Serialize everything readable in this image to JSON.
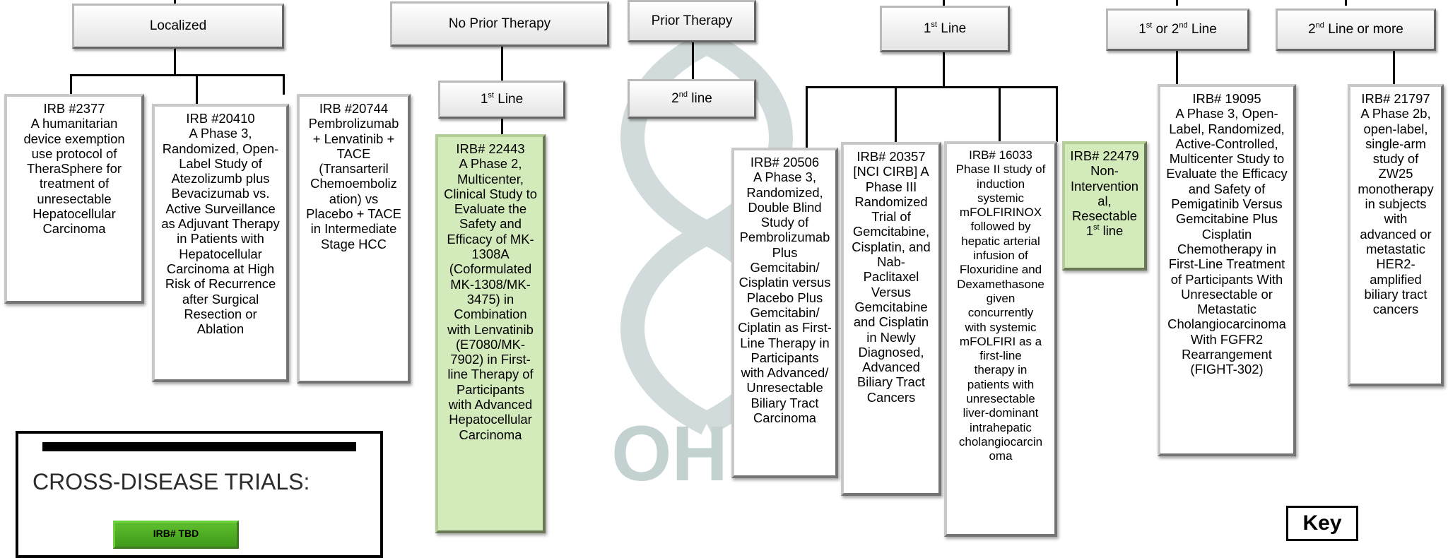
{
  "headers": {
    "localized": "Localized",
    "no_prior_therapy": "No Prior Therapy",
    "prior_therapy": "Prior Therapy",
    "first_line_base": "Line",
    "first_line_sup": "st",
    "first_line_num": "1",
    "first_second_pre": "1",
    "first_second_sup1": "st",
    "first_second_mid": " or 2",
    "first_second_sup2": "nd",
    "first_second_post": " Line",
    "second_more_pre": "2",
    "second_more_sup": "nd",
    "second_more_post": " Line or more",
    "npt_first_num": "1",
    "npt_first_sup": "st",
    "npt_first_post": " Line",
    "pt_second_num": "2",
    "pt_second_sup": "nd",
    "pt_second_post": " line"
  },
  "trials": {
    "irb2377": "IRB #2377\nA humanitarian\ndevice exemption\nuse protocol of\nTheraSphere for\ntreatment of\nunresectable\nHepatocellular\nCarcinoma",
    "irb20410": "IRB #20410\nA Phase 3,\nRandomized, Open-\nLabel Study of\nAtezolizumb plus\nBevacizumab vs.\nActive Surveillance\nas Adjuvant Therapy\nin Patients with\nHepatocellular\nCarcinoma at High\nRisk of Recurrence\nafter Surgical\nResection or\nAblation",
    "irb20744": "IRB #20744\nPembrolizumab\n+ Lenvatinib +\nTACE\n(Transarteril\nChemoemboliz\nation) vs\nPlacebo + TACE\nin Intermediate\nStage HCC",
    "irb22443": "IRB# 22443\nA Phase 2,\nMulticenter,\nClinical Study to\nEvaluate the\nSafety and\nEfficacy of MK-\n1308A\n(Coformulated\nMK-1308/MK-\n3475) in\nCombination\nwith Lenvatinib\n(E7080/MK-\n7902) in First-\nline Therapy of\nParticipants\nwith Advanced\nHepatocellular\nCarcinoma",
    "irb20506": "IRB# 20506\nA Phase 3,\nRandomized,\nDouble Blind\nStudy of\nPembrolizumab\nPlus\nGemcitabin/\nCisplatin versus\nPlacebo Plus\nGemcitabin/\nCiplatin as First-\nLine Therapy in\nParticipants\nwith Advanced/\nUnresectable\nBiliary Tract\nCarcinoma",
    "irb20357": "IRB# 20357\n[NCI CIRB] A\nPhase III\nRandomized\nTrial of\nGemcitabine,\nCisplatin, and\nNab-\nPaclitaxel\nVersus\nGemcitabine\nand Cisplatin\nin Newly\nDiagnosed,\nAdvanced\nBiliary Tract\nCancers",
    "irb16033": "IRB# 16033\nPhase II study of\ninduction\nsystemic\nmFOLFIRINOX\nfollowed by\nhepatic arterial\ninfusion of\nFloxuridine and\nDexamethasone\ngiven\nconcurrently\nwith systemic\nmFOLFIRI as a\nfirst-line\ntherapy in\npatients with\nunresectable\nliver-dominant\nintrahepatic\ncholangiocarcin\noma",
    "irb22479_main": "IRB# 22479\nNon-\nIntervention\nal,\nResectable",
    "irb22479_num": "1",
    "irb22479_sup": "st",
    "irb22479_post": " line",
    "irb19095": "IRB# 19095\nA Phase 3, Open-\nLabel, Randomized,\nActive-Controlled,\nMulticenter Study to\nEvaluate the Efficacy\nand Safety of\nPemigatinib Versus\nGemcitabine Plus\nCisplatin\nChemotherapy in\nFirst-Line Treatment\nof Participants With\nUnresectable or\nMetastatic\nCholangiocarcinoma\nWith FGFR2\nRearrangement\n(FIGHT-302)",
    "irb21797": "IRB# 21797\nA Phase 2b,\nopen-label,\nsingle-arm\nstudy of\nZW25\nmonotherapy\nin subjects\nwith\nadvanced or\nmetastatic\nHER2-\namplified\nbiliary tract\ncancers"
  },
  "cross_disease": {
    "title": "CROSS-DISEASE TRIALS:",
    "badge": "IRB# TBD"
  },
  "key": {
    "label": "Key"
  },
  "watermark": {
    "text": "OH",
    "color": "#b4c5c5"
  }
}
